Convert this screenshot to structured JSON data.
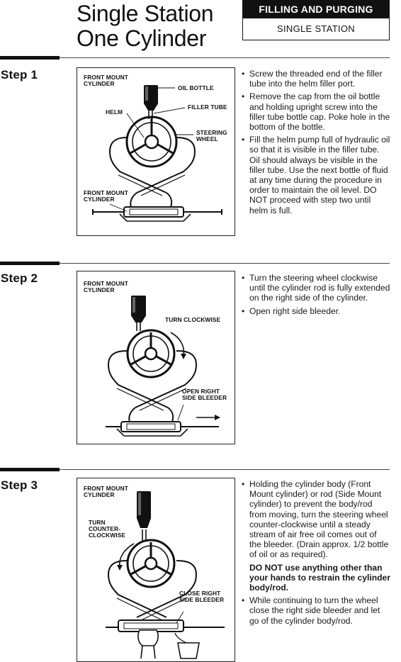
{
  "header": {
    "title_line1": "Single Station",
    "title_line2": "One Cylinder",
    "label_top": "FILLING AND PURGING",
    "label_bottom": "SINGLE STATION"
  },
  "steps": [
    {
      "label": "Step 1",
      "figure": {
        "title": "FRONT MOUNT CYLINDER",
        "callouts": {
          "oil_bottle": "OIL BOTTLE",
          "filler_tube": "FILLER TUBE",
          "helm": "HELM",
          "steering_wheel": "STEERING WHEEL",
          "front_mount_cylinder": "FRONT MOUNT CYLINDER"
        }
      },
      "bullets": [
        "Screw the threaded end of the filler tube into the helm filler port.",
        "Remove the cap from the oil bottle and holding upright screw into the filler tube bottle cap. Poke hole in the bottom of the bottle.",
        "Fill the helm pump full of hydraulic oil so that it is visible in the filler tube. Oil should always be visible in the filler tube. Use the next bottle of fluid at any time during the procedure in order to maintain the oil level. DO NOT proceed with step two until helm is full."
      ]
    },
    {
      "label": "Step 2",
      "figure": {
        "title": "FRONT MOUNT CYLINDER",
        "callouts": {
          "turn_clockwise": "TURN CLOCKWISE",
          "open_right_side_bleeder": "OPEN RIGHT SIDE BLEEDER"
        }
      },
      "bullets": [
        "Turn the steering wheel clockwise until the cylinder rod is fully extended on the right side of the cylinder.",
        "Open right side bleeder."
      ]
    },
    {
      "label": "Step 3",
      "figure": {
        "title": "FRONT MOUNT CYLINDER",
        "callouts": {
          "turn_counter_clockwise": "TURN COUNTER-CLOCKWISE",
          "close_right_side_bleeder": "CLOSE RIGHT SIDE BLEEDER"
        }
      },
      "bullets": [
        "Holding the cylinder body (Front Mount cylinder) or rod (Side Mount cylinder) to prevent the body/rod from moving, turn the steering wheel counter-clockwise until a steady stream of air free oil comes out of the bleeder. (Drain approx. 1/2 bottle of oil or as required)."
      ],
      "warning": "DO NOT use anything other than your hands to restrain the cylinder body/rod.",
      "bullets_after": [
        "While continuing to turn the wheel close the right side bleeder and let go of the cylinder body/rod."
      ]
    }
  ]
}
